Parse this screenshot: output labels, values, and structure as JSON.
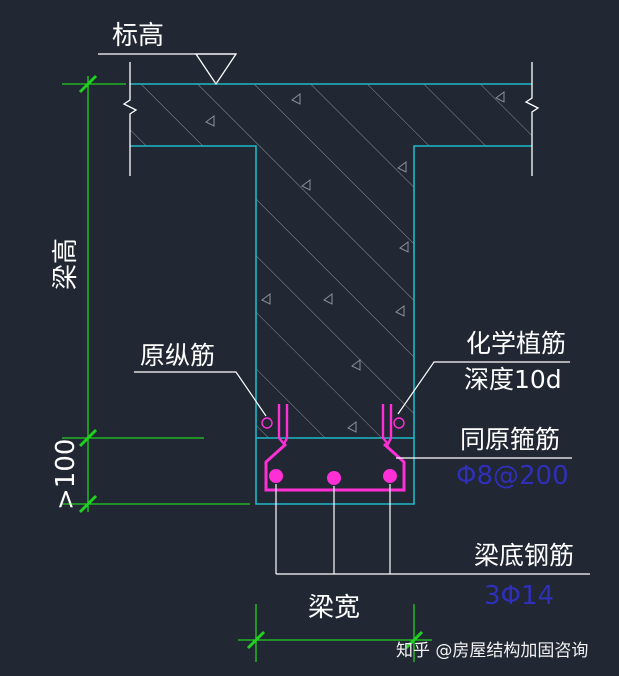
{
  "labels": {
    "elevation": "标高",
    "beam_height": "梁高",
    "original_rebar": "原纵筋",
    "chem_anchor_line1": "化学植筋",
    "chem_anchor_line2": "深度10d",
    "same_stirrup": "同原箍筋",
    "stirrup_spec": "Φ8@200",
    "bottom_rebar": "梁底钢筋",
    "bottom_rebar_spec": "3Φ14",
    "min_extension": ">100",
    "beam_width": "梁宽"
  },
  "watermark": "知乎 @房屋结构加固咨询",
  "colors": {
    "background": "#212733",
    "concrete_outline": "#1fb8c8",
    "rebar": "#ff2fd6",
    "dimension": "#20d020",
    "leader": "#ffffff",
    "spec_text": "#2f2fb8"
  }
}
